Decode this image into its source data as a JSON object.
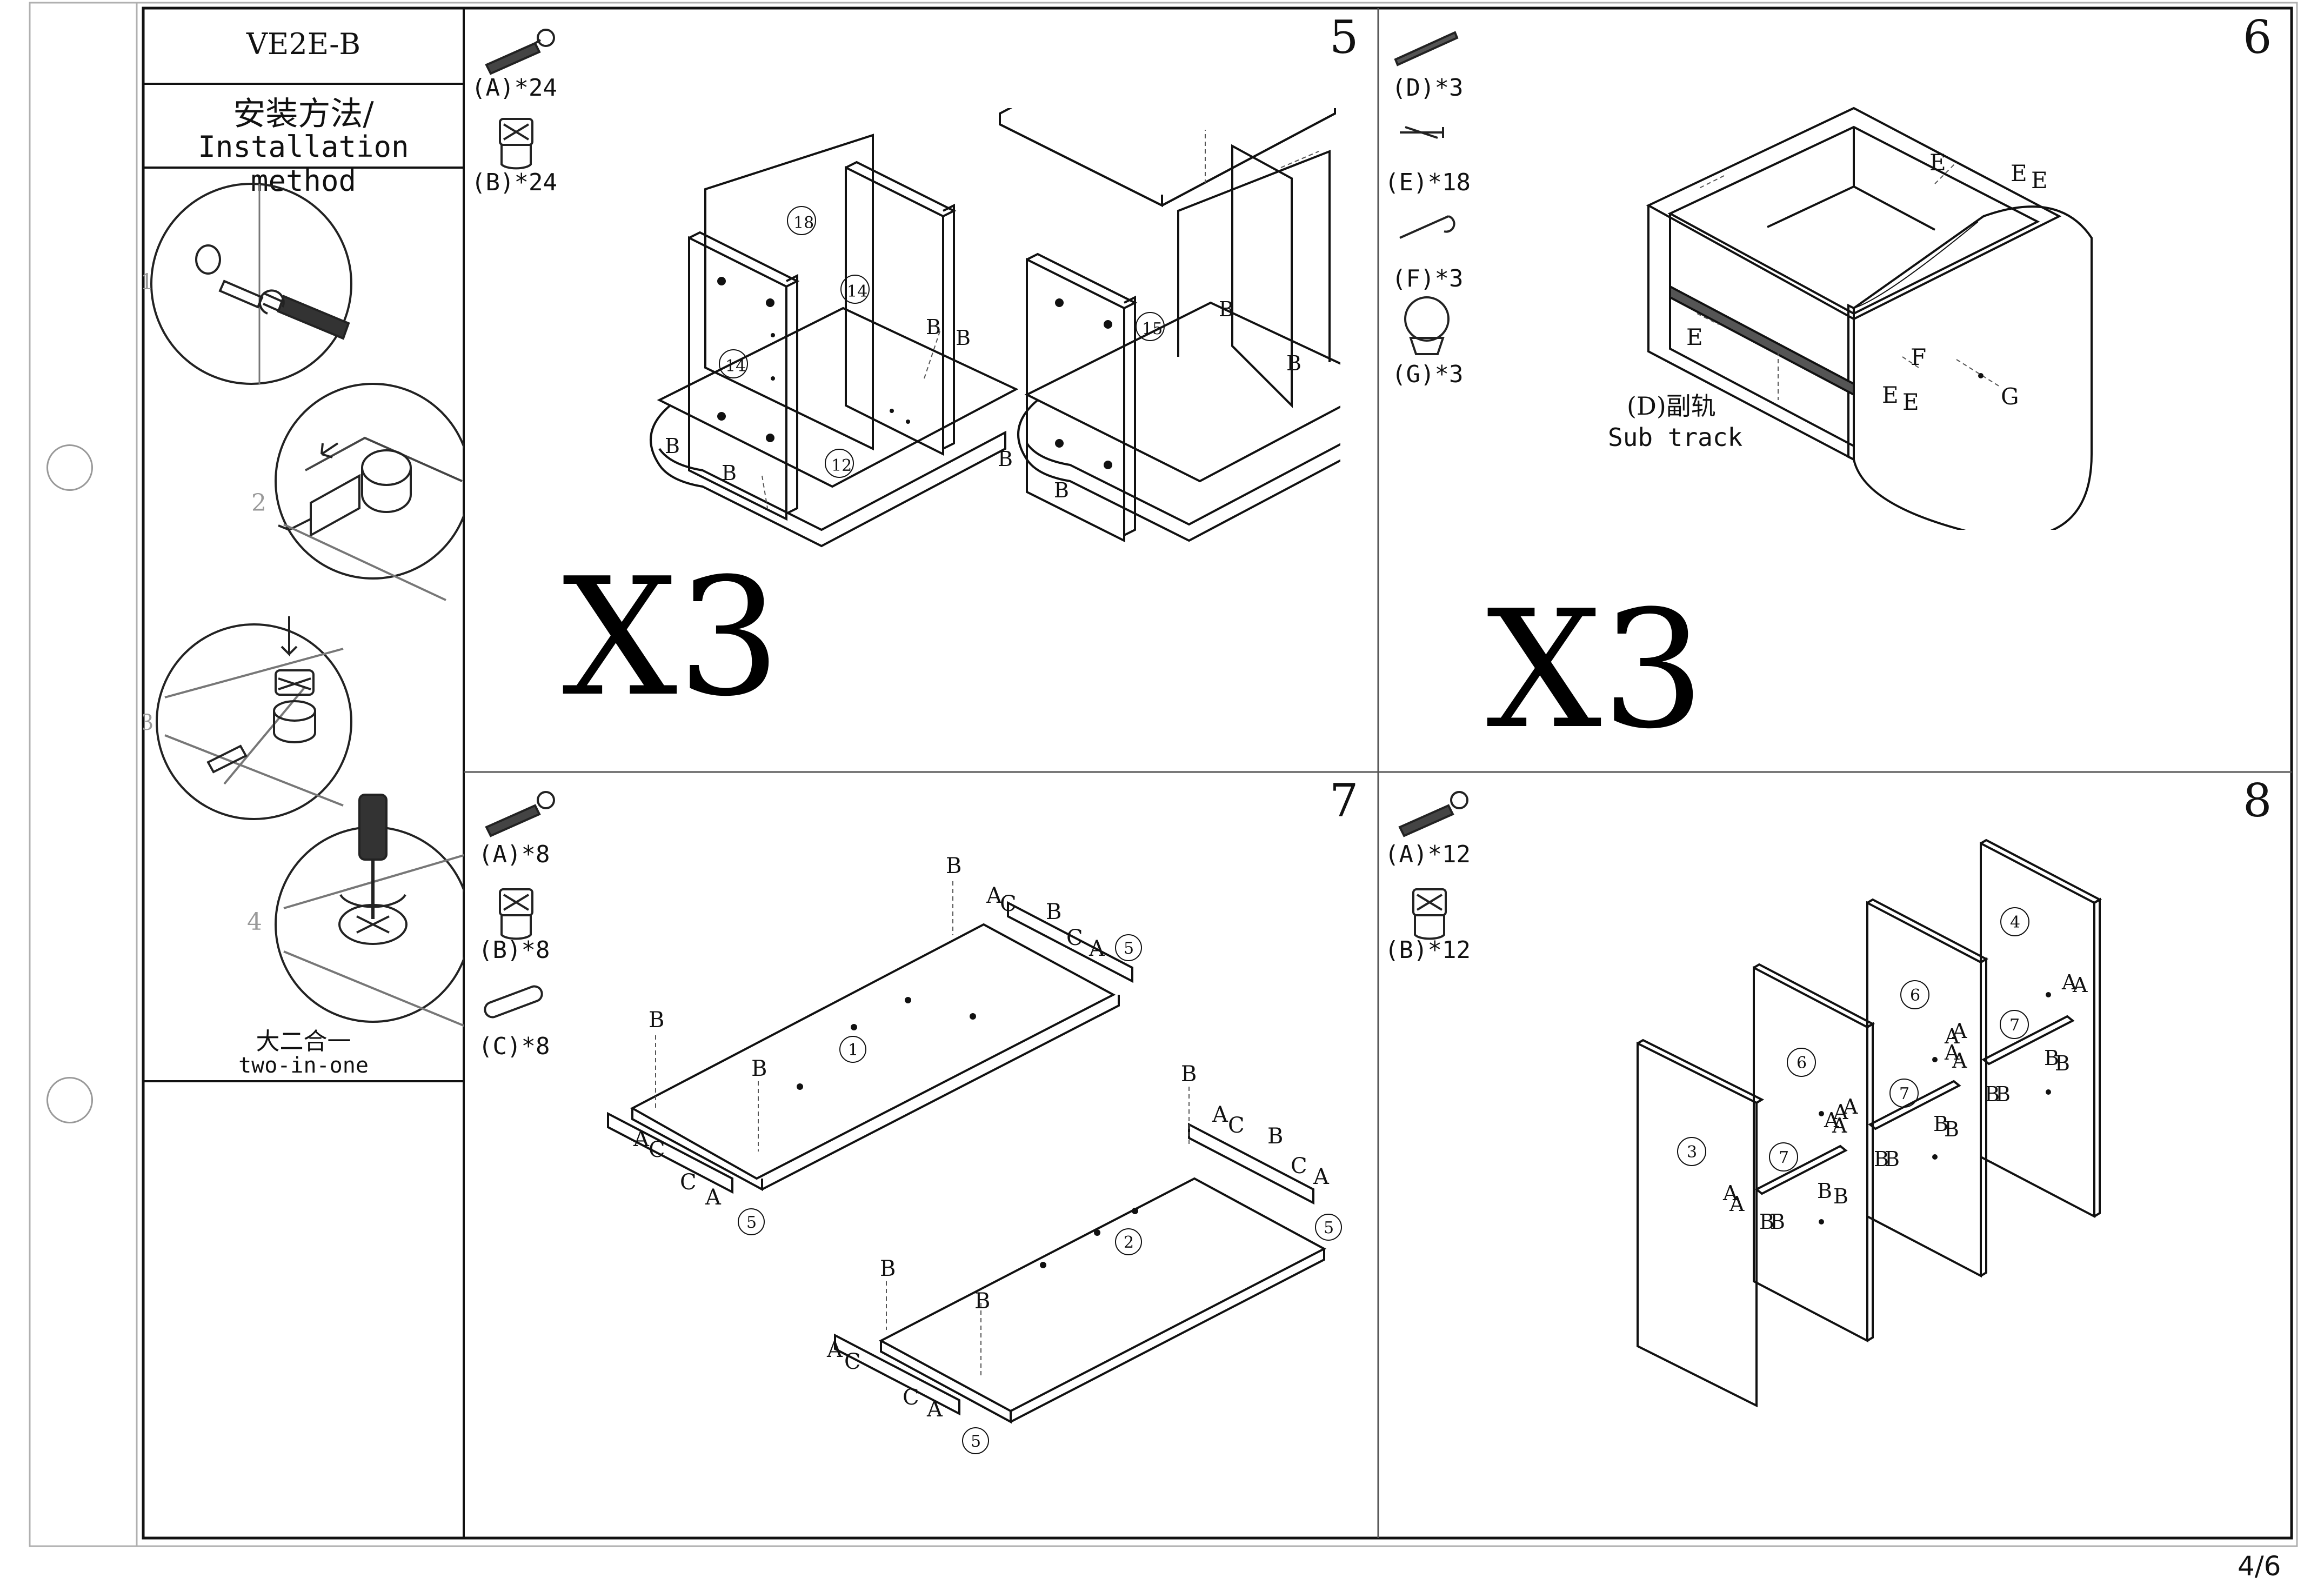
{
  "sidebar": {
    "model": "VE2E-B",
    "method_zh": "安装方法/",
    "method_en": "Installation method",
    "substeps": [
      "1",
      "2",
      "3",
      "4"
    ],
    "combo_zh": "大二合一",
    "combo_en": "two-in-one"
  },
  "page_number": "4/6",
  "panels": [
    {
      "step": "5",
      "multiplier": "X3",
      "hardware": [
        "(A)*24",
        "(B)*24"
      ],
      "parts": [
        "18",
        "14",
        "14",
        "12",
        "15"
      ],
      "letters": [
        "B"
      ]
    },
    {
      "step": "6",
      "multiplier": "X3",
      "hardware": [
        "(D)*3",
        "(E)*18",
        "(F)*3",
        "(G)*3"
      ],
      "sub_track_zh": "(D)副轨",
      "sub_track_en": "Sub track",
      "letters": [
        "E",
        "F",
        "G"
      ]
    },
    {
      "step": "7",
      "hardware": [
        "(A)*8",
        "(B)*8",
        "(C)*8"
      ],
      "parts": [
        "1",
        "2",
        "5"
      ],
      "letters": [
        "A",
        "B",
        "C"
      ]
    },
    {
      "step": "8",
      "hardware": [
        "(A)*12",
        "(B)*12"
      ],
      "parts": [
        "3",
        "6",
        "6",
        "4",
        "7"
      ],
      "letters": [
        "A",
        "B"
      ]
    }
  ]
}
